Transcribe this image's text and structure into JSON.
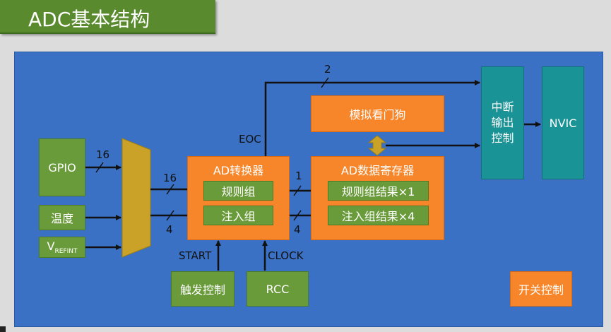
{
  "title": "ADC基本结构",
  "inputs": {
    "gpio": "GPIO",
    "temp": "温度",
    "vrefint_main": "V",
    "vrefint_sub": "REFINT"
  },
  "converter": {
    "title": "AD转换器",
    "regular": "规则组",
    "injected": "注入组"
  },
  "register": {
    "title": "AD数据寄存器",
    "regular_result": "规则组结果×1",
    "injected_result": "注入组结果×4"
  },
  "watchdog": "模拟看门狗",
  "interrupt": "中断\n输出\n控制",
  "nvic": "NVIC",
  "trigger": "触发控制",
  "rcc": "RCC",
  "switch_control": "开关控制",
  "signals": {
    "eoc": "EOC",
    "start": "START",
    "clock": "CLOCK",
    "bus_16_in": "16",
    "bus_16_out": "16",
    "bus_4_out": "4",
    "bus_1": "1",
    "bus_4_reg": "4",
    "bus_2": "2"
  },
  "colors": {
    "panel": "#3a71c4",
    "green": "#6a9b3b",
    "orange": "#f7852a",
    "teal": "#1a9396",
    "mux": "#c9a227"
  }
}
